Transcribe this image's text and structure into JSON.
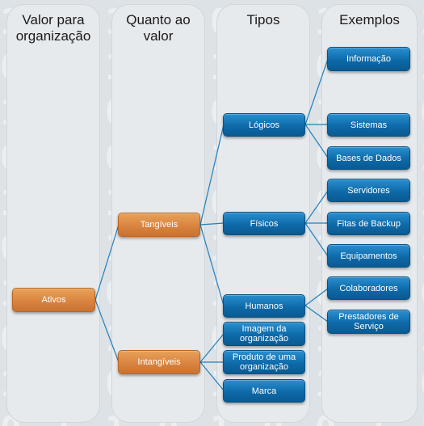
{
  "columns": {
    "valor": "Valor para organização",
    "quanto": "Quanto ao valor",
    "tipos": "Tipos",
    "exemplos": "Exemplos"
  },
  "nodes": {
    "ativos": "Ativos",
    "tangiveis": "Tangíveis",
    "intangiveis": "Intangíveis",
    "logicos": "Lógicos",
    "fisicos": "Físicos",
    "humanos": "Humanos",
    "imagem": "Imagem da organização",
    "produto": "Produto de uma organização",
    "marca": "Marca",
    "informacao": "Informação",
    "sistemas": "Sistemas",
    "bases": "Bases de Dados",
    "servidores": "Servidores",
    "fitas": "Fitas de Backup",
    "equipamentos": "Equipamentos",
    "colaboradores": "Colaboradores",
    "prestadores": "Prestadores de Serviço"
  },
  "colors": {
    "blue_node": "#0e6aa9",
    "orange_node": "#d98440",
    "connector": "#1f7fbf",
    "column_bg": "#e7eaed"
  }
}
